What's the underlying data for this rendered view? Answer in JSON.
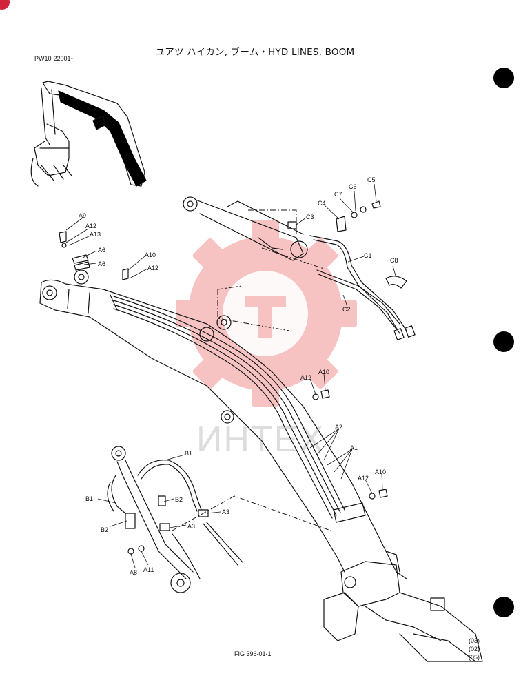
{
  "document": {
    "title": "ユアツ ハイカン, ブーム・HYD LINES, BOOM",
    "serial_range": "PW10-22001~",
    "figure_label": "FIG 396-01-1",
    "revisions": [
      "(03)",
      "(02)",
      "(05)"
    ],
    "watermark": "ИНТЕХ"
  },
  "callouts": {
    "A9": "A9",
    "A12_top": "A12",
    "A13": "A13",
    "A6_a": "A6",
    "A6_b": "A6",
    "A10_top": "A10",
    "A12_mid": "A12",
    "C5": "C5",
    "C6": "C6",
    "C7": "C7",
    "C4": "C4",
    "C3": "C3",
    "C1": "C1",
    "C8": "C8",
    "C2": "C2",
    "A12_center": "A12",
    "A10_center": "A10",
    "A2": "A2",
    "A1": "A1",
    "A12_right": "A12",
    "A10_right": "A10",
    "B1_right": "B1",
    "B1_left": "B1",
    "B2_right": "B2",
    "B2_left": "B2",
    "A3_right": "A3",
    "A3_left": "A3",
    "A8": "A8",
    "A11": "A11"
  }
}
